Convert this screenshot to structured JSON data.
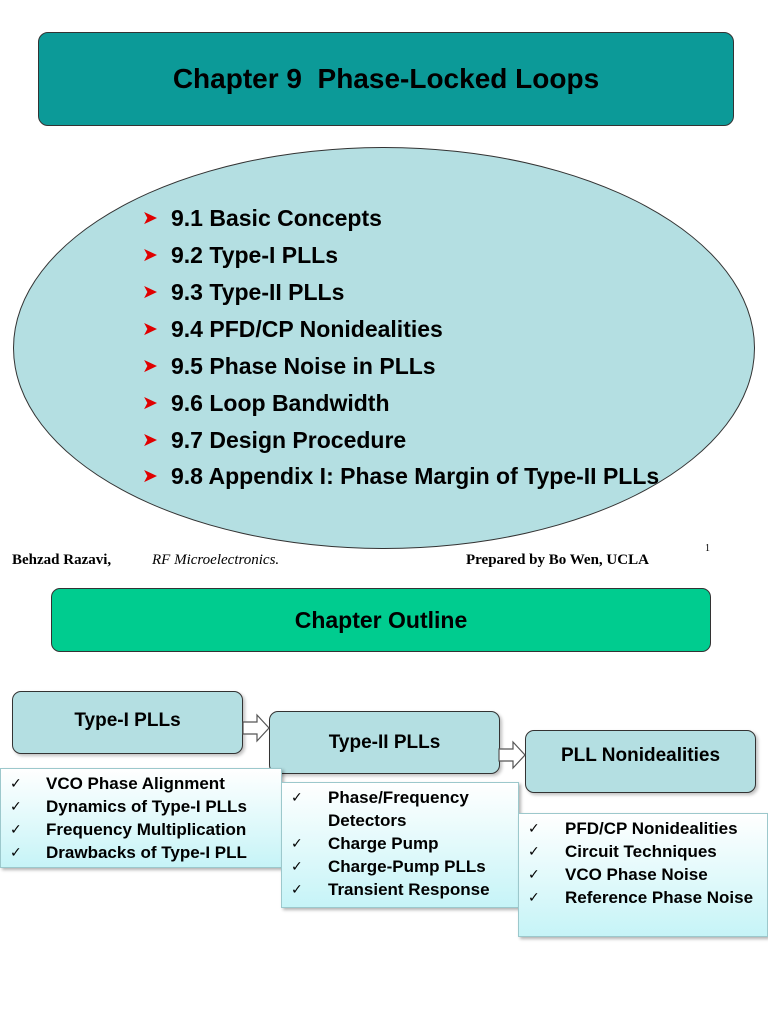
{
  "slide1": {
    "title": "Chapter 9  Phase-Locked Loops",
    "toc": [
      "9.1 Basic Concepts",
      "9.2 Type-I PLLs",
      "9.3 Type-II PLLs",
      "9.4 PFD/CP Nonidealities",
      "9.5 Phase Noise in PLLs",
      "9.6 Loop Bandwidth",
      "9.7 Design Procedure",
      "9.8 Appendix I: Phase Margin of Type-II PLLs"
    ],
    "bullet_icon": "red-arrowhead-bullet",
    "bullet_color": "#e00000",
    "footer": {
      "author": "Behzad Razavi,",
      "book": "RF Microelectronics.",
      "prepared_by": "Prepared by Bo Wen, UCLA",
      "page_number": "1"
    }
  },
  "slide2": {
    "title": "Chapter Outline",
    "nodes": [
      {
        "label": "Type-I PLLs",
        "items": [
          "VCO Phase Alignment",
          "Dynamics of Type-I PLLs",
          "Frequency Multiplication",
          "Drawbacks of Type-I PLL"
        ]
      },
      {
        "label": "Type-II PLLs",
        "items": [
          "Phase/Frequency Detectors",
          "Charge Pump",
          "Charge-Pump PLLs",
          "Transient Response"
        ]
      },
      {
        "label": "PLL Nonidealities",
        "items": [
          "PFD/CP Nonidealities",
          "Circuit Techniques",
          "VCO Phase Noise",
          "Reference Phase Noise"
        ]
      }
    ],
    "check_icon": "checkmark-icon",
    "check_glyph": "✓"
  },
  "colors": {
    "title_teal": "#0c9a98",
    "ellipse_fill": "#b4dfe2",
    "outline_green": "#00cc8f"
  }
}
